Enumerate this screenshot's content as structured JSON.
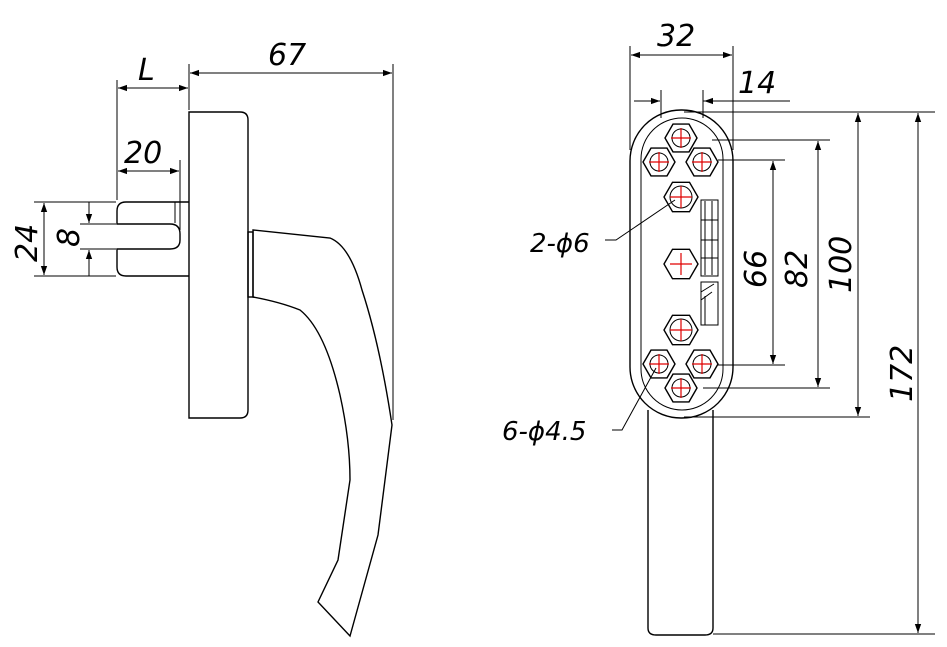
{
  "side_view": {
    "dim_length_label": "L",
    "dim_total_label": "67",
    "dim_spindle_label": "20",
    "dim_base_height_label": "24",
    "dim_spindle_square_label": "8"
  },
  "front_view": {
    "dim_width_label": "32",
    "dim_offset_label": "14",
    "dim_66_label": "66",
    "dim_82_label": "82",
    "dim_100_label": "100",
    "dim_172_label": "172",
    "callout_large_holes": "2-ϕ6",
    "callout_small_holes": "6-ϕ4.5"
  },
  "colors": {
    "outline": "#000000",
    "centerline": "#e00000"
  }
}
